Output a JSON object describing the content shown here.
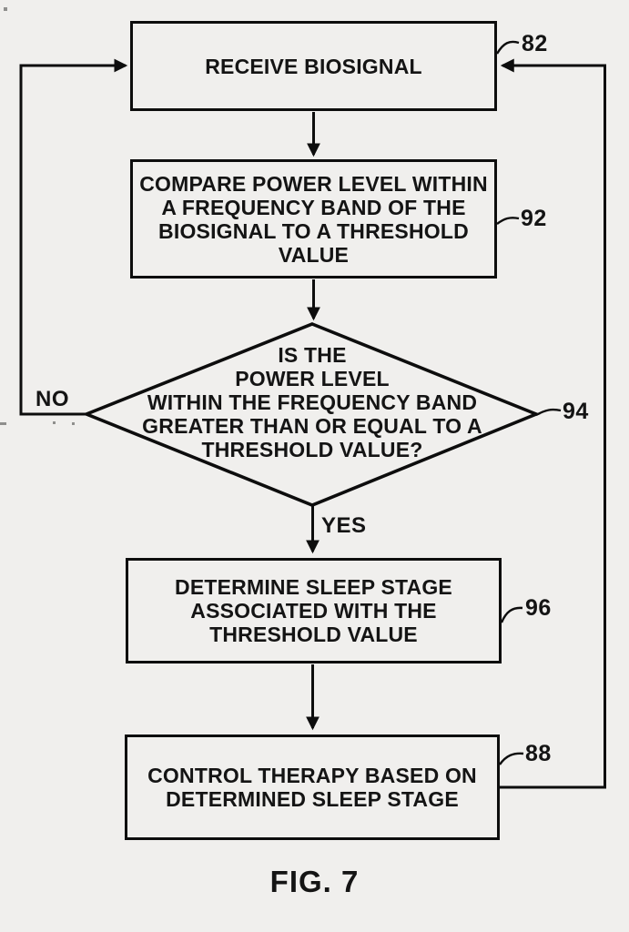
{
  "figure": {
    "caption": "FIG. 7",
    "background_color": "#f0efed",
    "line_color": "#0d0d0d"
  },
  "nodes": [
    {
      "id": "receive-biosignal",
      "type": "process",
      "ref": "82",
      "label": "RECEIVE BIOSIGNAL"
    },
    {
      "id": "compare-power-level",
      "type": "process",
      "ref": "92",
      "label": "COMPARE POWER LEVEL WITHIN\nA FREQUENCY BAND OF THE\nBIOSIGNAL TO A THRESHOLD\nVALUE"
    },
    {
      "id": "power-level-decision",
      "type": "decision",
      "ref": "94",
      "label": "IS THE\nPOWER LEVEL\nWITHIN THE FREQUENCY BAND\nGREATER THAN OR EQUAL TO A\nTHRESHOLD VALUE?"
    },
    {
      "id": "determine-sleep-stage",
      "type": "process",
      "ref": "96",
      "label": "DETERMINE SLEEP STAGE\nASSOCIATED WITH THE\nTHRESHOLD VALUE"
    },
    {
      "id": "control-therapy",
      "type": "process",
      "ref": "88",
      "label": "CONTROL THERAPY BASED ON\nDETERMINED SLEEP STAGE"
    }
  ],
  "edges": {
    "no_label": "NO",
    "yes_label": "YES"
  }
}
